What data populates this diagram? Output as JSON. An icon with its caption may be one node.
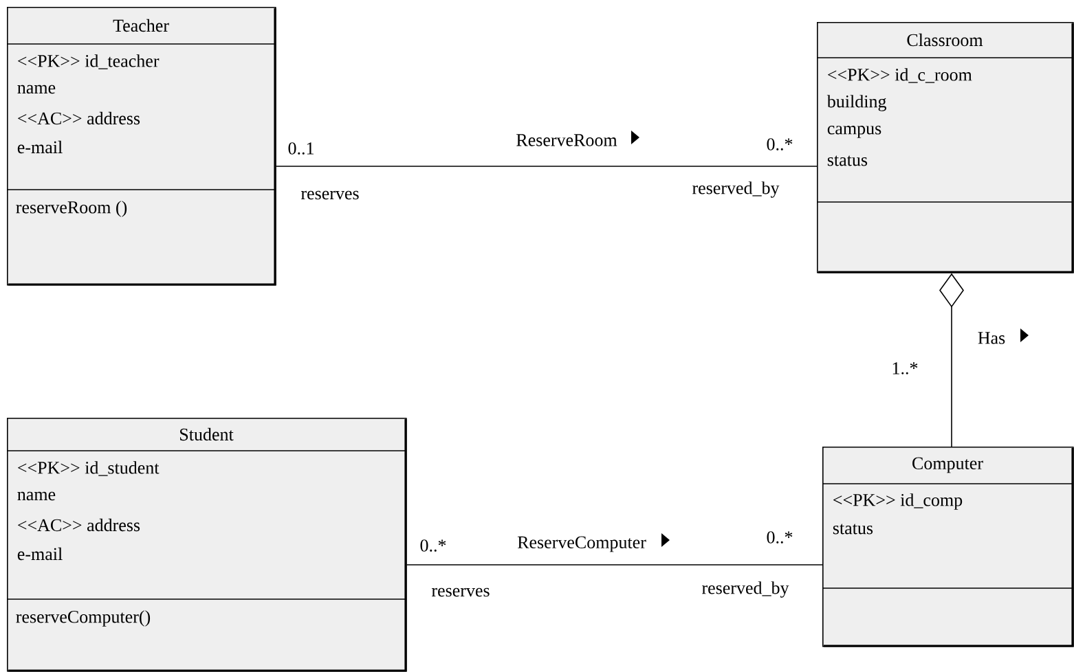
{
  "diagram": {
    "nodes": [
      {
        "text": [
          "Teacher",
          "<<PK>> id_teacher",
          "name",
          "<<AC>> address",
          "e-mail",
          "reserveRoom ()"
        ]
      },
      {
        "text": [
          "Classroom",
          "<<PK>> id_c_room",
          "building",
          "campus",
          "status"
        ]
      },
      {
        "text": [
          "Student",
          "<<PK>> id_student",
          "name",
          "<<AC>> address",
          "e-mail",
          "reserveComputer()"
        ]
      },
      {
        "text": [
          "Computer",
          "<<PK>> id_comp",
          "status"
        ]
      }
    ],
    "edges": [
      {
        "from": 0,
        "to": 1,
        "arrow": "none",
        "label": "ReserveRoom"
      },
      {
        "from": 3,
        "to": 1,
        "arrow": "other",
        "label": "Has"
      },
      {
        "from": 2,
        "to": 3,
        "arrow": "none",
        "label": "ReserveComputer"
      }
    ],
    "labels": [
      "0..1",
      "0..*",
      "reserves",
      "reserved_by",
      "1..*",
      "0..*",
      "0..*",
      "reserves",
      "reserved_by"
    ]
  }
}
